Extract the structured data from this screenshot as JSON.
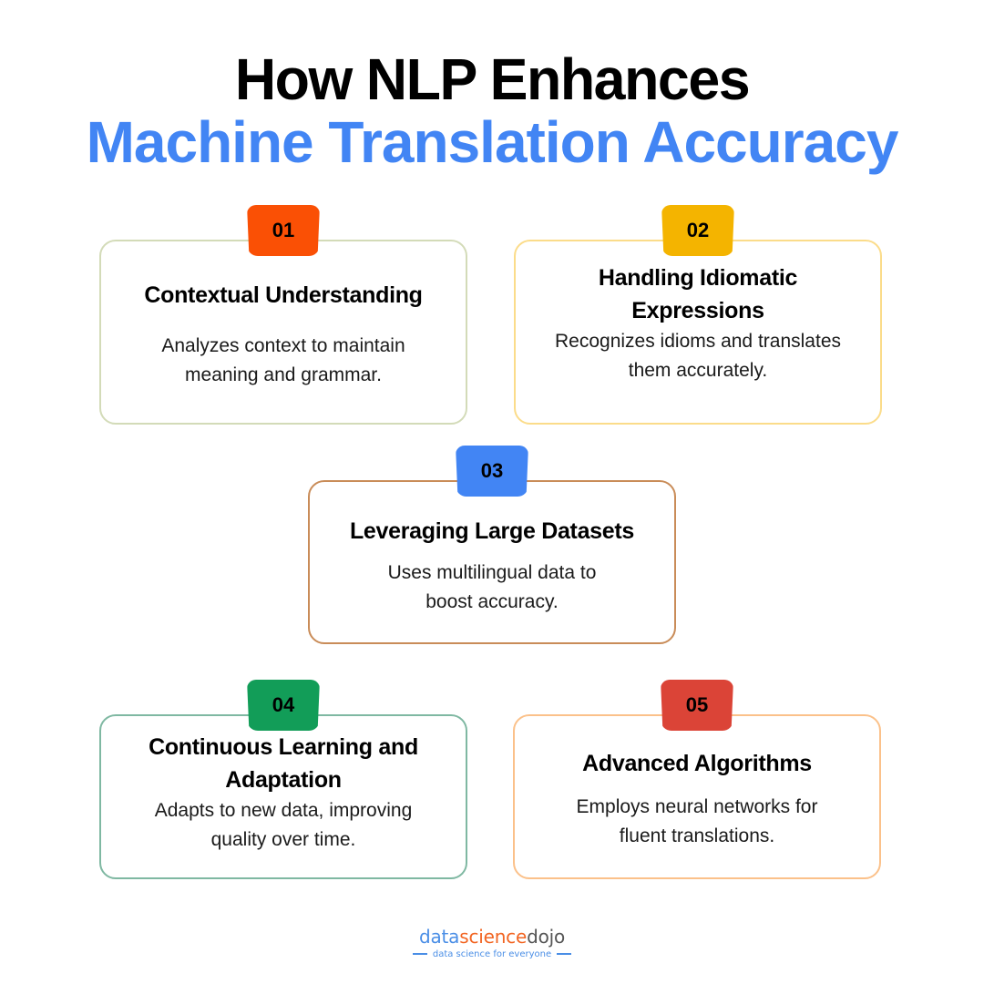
{
  "title": {
    "line1": "How NLP Enhances",
    "line2": "Machine Translation Accuracy",
    "line2_color": "#4285f4"
  },
  "cards": [
    {
      "number": "01",
      "title": "Contextual Understanding",
      "description": "Analyzes context to maintain meaning and grammar.",
      "badge_color": "#fa5005",
      "border_color": "#d3dbb8"
    },
    {
      "number": "02",
      "title": "Handling Idiomatic Expressions",
      "description": "Recognizes idioms and translates them accurately.",
      "badge_color": "#f4b400",
      "border_color": "#fbdc8a"
    },
    {
      "number": "03",
      "title": "Leveraging Large Datasets",
      "description": "Uses multilingual data to boost accuracy.",
      "badge_color": "#4285f4",
      "border_color": "#c98c58"
    },
    {
      "number": "04",
      "title": "Continuous Learning and Adaptation",
      "description": "Adapts to new data, improving quality over time.",
      "badge_color": "#129d58",
      "border_color": "#7fb8a2"
    },
    {
      "number": "05",
      "title": "Advanced Algorithms",
      "description": "Employs neural networks for fluent translations.",
      "badge_color": "#db4437",
      "border_color": "#fbc18a"
    }
  ],
  "logo": {
    "part1": "data",
    "part2": "science",
    "part3": "dojo",
    "tagline": "data science for everyone"
  }
}
